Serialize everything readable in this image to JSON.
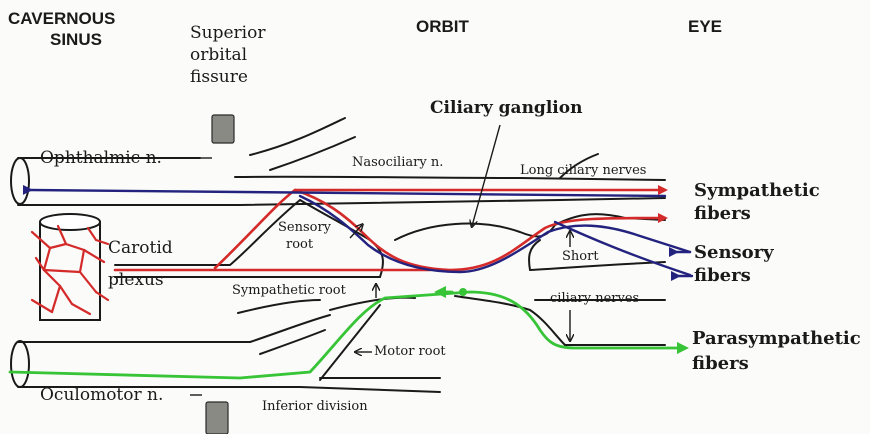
{
  "headers": {
    "cavernous_sinus": [
      "CAVERNOUS",
      "SINUS"
    ],
    "orbit": "ORBIT",
    "eye": "EYE"
  },
  "labels": {
    "superior_orbital_fissure": [
      "Superior",
      "orbital",
      "fissure"
    ],
    "ciliary_ganglion": "Ciliary ganglion",
    "ophthalmic_n": "Ophthalmic n.",
    "nasociliary_n": "Nasociliary n.",
    "long_ciliary_nerves": "Long ciliary nerves",
    "carotid_plexus": [
      "Carotid",
      "plexus"
    ],
    "sensory_root": [
      "Sensory",
      "root"
    ],
    "sympathetic_root": "Sympathetic root",
    "short": "Short",
    "ciliary_nerves": "ciliary nerves",
    "motor_root": "Motor root",
    "oculomotor_n": "Oculomotor n.",
    "inferior_division": "Inferior division"
  },
  "legend": {
    "sympathetic_fibers": [
      "Sympathetic",
      "fibers"
    ],
    "sensory_fibers": [
      "Sensory",
      "fibers"
    ],
    "parasympathetic_fibers": [
      "Parasympathetic",
      "fibers"
    ]
  },
  "colors": {
    "sympathetic": "#d42a2a",
    "sensory": "#23237f",
    "parasympathetic": "#37c437",
    "outline": "#1a1a1a",
    "bone": "#8a8a85"
  }
}
